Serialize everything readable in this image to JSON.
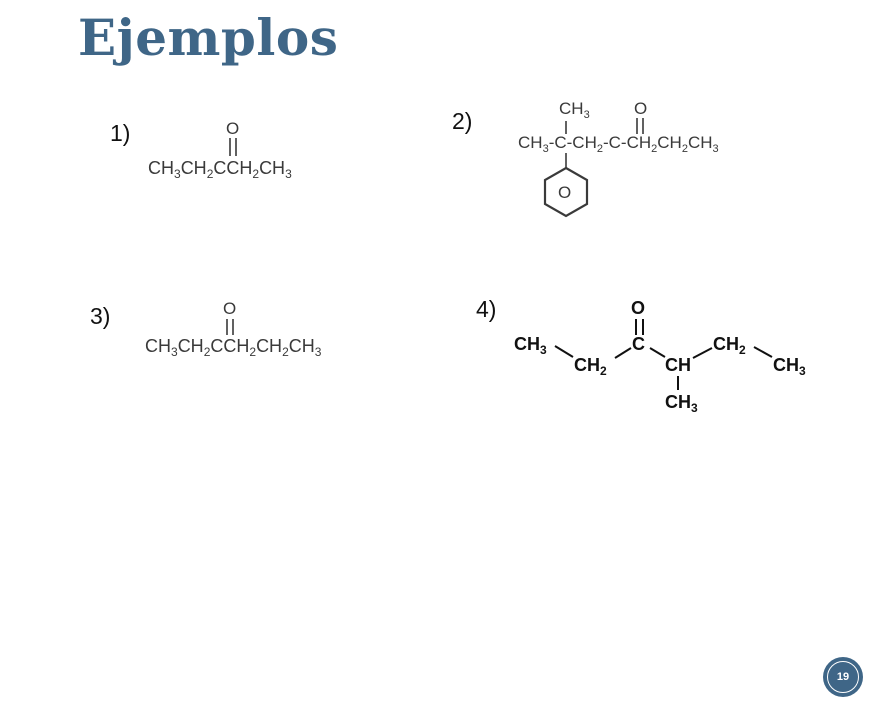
{
  "slide": {
    "title": "Ejemplos",
    "page_number": "19",
    "colors": {
      "title": "#3f6687",
      "badge": "#3f6687",
      "formula": "#3a3a3a",
      "bold_formula": "#111111"
    }
  },
  "examples": [
    {
      "number": "1)",
      "formula_parts": [
        "CH",
        "3",
        "CH",
        "2",
        "CCH",
        "2",
        "CH",
        "3"
      ],
      "carbonyl_oxygen": "O"
    },
    {
      "number": "2)",
      "formula_parts": [
        "CH",
        "3",
        "-C-CH",
        "2",
        "-C-CH",
        "2",
        "CH",
        "2",
        "CH",
        "3"
      ],
      "methyl_branch": [
        "CH",
        "3"
      ],
      "carbonyl_oxygen": "O",
      "ring_label": "O"
    },
    {
      "number": "3)",
      "formula_parts": [
        "CH",
        "3",
        "CH",
        "2",
        "CCH",
        "2",
        "CH",
        "2",
        "CH",
        "3"
      ],
      "carbonyl_oxygen": "O"
    },
    {
      "number": "4)",
      "oxygen": "O",
      "carbonyl_carbon": "C",
      "groups": {
        "ch3_left": [
          "CH",
          "3"
        ],
        "ch2_left": [
          "CH",
          "2"
        ],
        "ch": "CH",
        "ch3_branch": [
          "CH",
          "3"
        ],
        "ch2_right": [
          "CH",
          "2"
        ],
        "ch3_right": [
          "CH",
          "3"
        ]
      }
    }
  ]
}
